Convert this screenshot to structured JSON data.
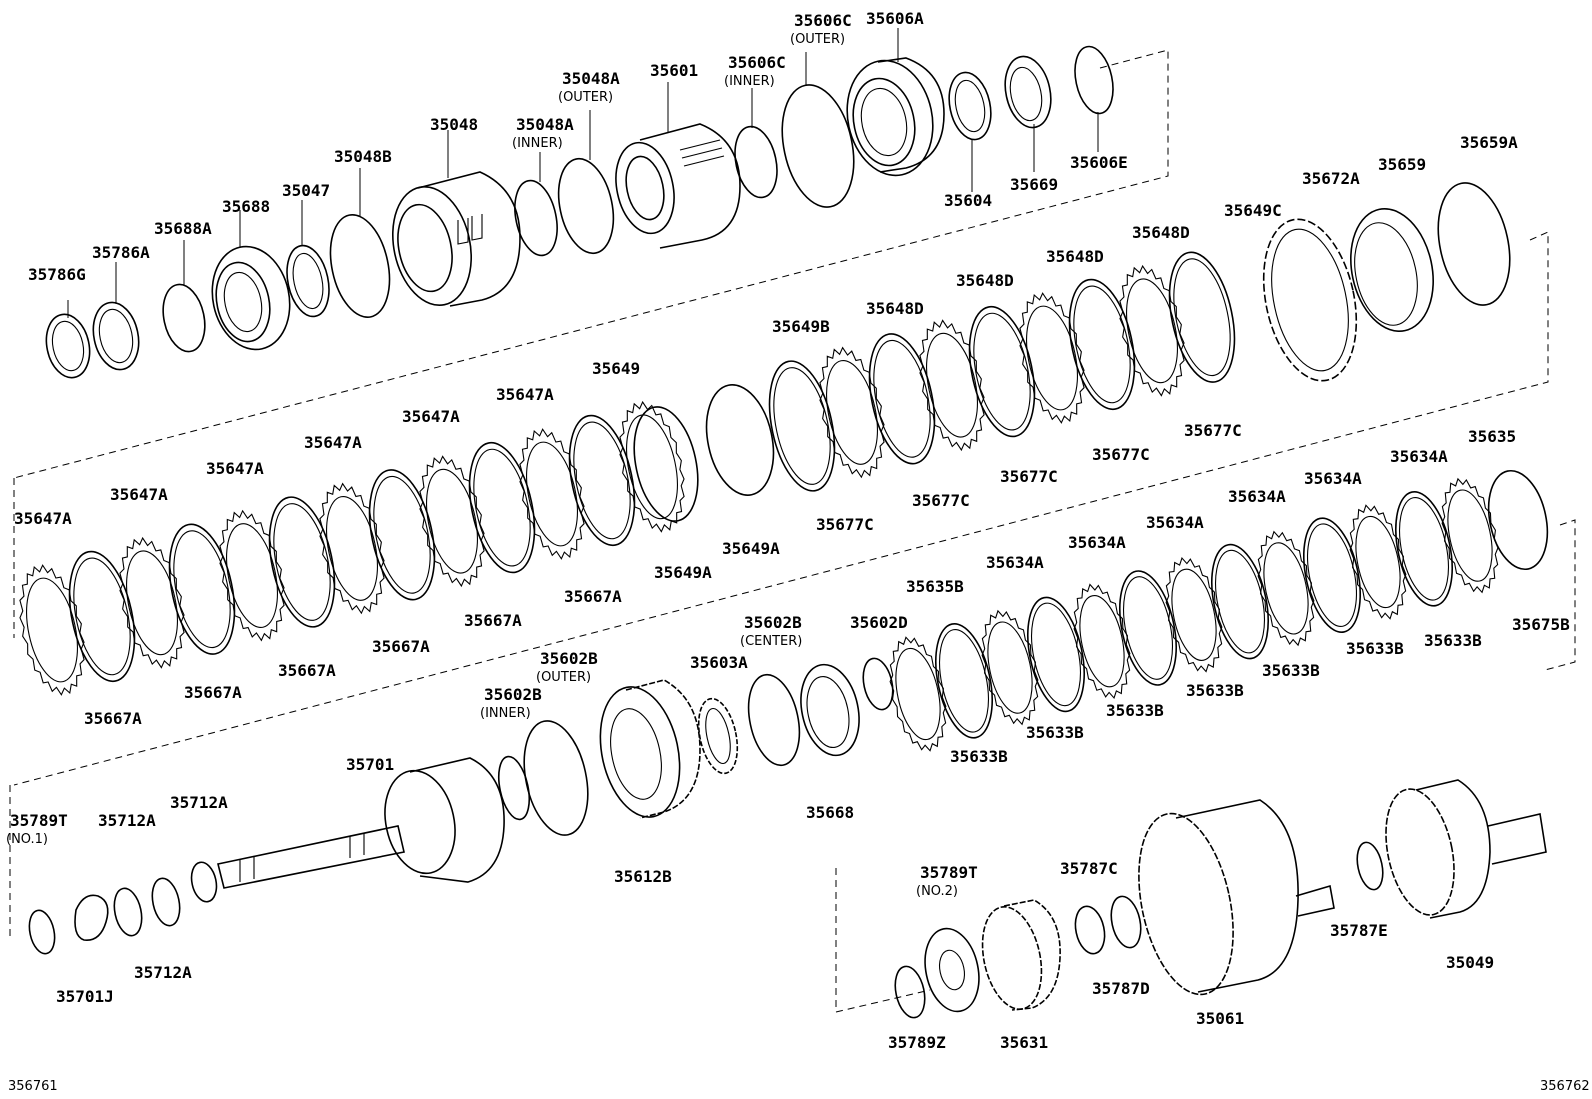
{
  "parts": [
    {
      "code": "35606A"
    },
    {
      "code": "35606C",
      "note": "(OUTER)"
    },
    {
      "code": "35606C",
      "note": "(INNER)"
    },
    {
      "code": "35601"
    },
    {
      "code": "35048A",
      "note": "(OUTER)"
    },
    {
      "code": "35048A",
      "note": "(INNER)"
    },
    {
      "code": "35048"
    },
    {
      "code": "35048B"
    },
    {
      "code": "35047"
    },
    {
      "code": "35688"
    },
    {
      "code": "35688A"
    },
    {
      "code": "35786A"
    },
    {
      "code": "35786G"
    },
    {
      "code": "35604"
    },
    {
      "code": "35669"
    },
    {
      "code": "35606E"
    },
    {
      "code": "35659A"
    },
    {
      "code": "35659"
    },
    {
      "code": "35672A"
    },
    {
      "code": "35649C"
    },
    {
      "code": "35648D"
    },
    {
      "code": "35648D"
    },
    {
      "code": "35648D"
    },
    {
      "code": "35648D"
    },
    {
      "code": "35649B"
    },
    {
      "code": "35649"
    },
    {
      "code": "35647A"
    },
    {
      "code": "35647A"
    },
    {
      "code": "35647A"
    },
    {
      "code": "35647A"
    },
    {
      "code": "35647A"
    },
    {
      "code": "35647A"
    },
    {
      "code": "35677C"
    },
    {
      "code": "35677C"
    },
    {
      "code": "35677C"
    },
    {
      "code": "35677C"
    },
    {
      "code": "35677C"
    },
    {
      "code": "35649A"
    },
    {
      "code": "35649A"
    },
    {
      "code": "35667A"
    },
    {
      "code": "35667A"
    },
    {
      "code": "35667A"
    },
    {
      "code": "35667A"
    },
    {
      "code": "35667A"
    },
    {
      "code": "35667A"
    },
    {
      "code": "35635"
    },
    {
      "code": "35634A"
    },
    {
      "code": "35634A"
    },
    {
      "code": "35634A"
    },
    {
      "code": "35634A"
    },
    {
      "code": "35634A"
    },
    {
      "code": "35634A"
    },
    {
      "code": "35675B"
    },
    {
      "code": "35633B"
    },
    {
      "code": "35633B"
    },
    {
      "code": "35633B"
    },
    {
      "code": "35633B"
    },
    {
      "code": "35633B"
    },
    {
      "code": "35633B"
    },
    {
      "code": "35633B"
    },
    {
      "code": "35635B"
    },
    {
      "code": "35602D"
    },
    {
      "code": "35602B",
      "note": "(CENTER)"
    },
    {
      "code": "35603A"
    },
    {
      "code": "35602B",
      "note": "(OUTER)"
    },
    {
      "code": "35602B",
      "note": "(INNER)"
    },
    {
      "code": "35668"
    },
    {
      "code": "35612B"
    },
    {
      "code": "35701"
    },
    {
      "code": "35789T",
      "note": "(NO.1)"
    },
    {
      "code": "35712A"
    },
    {
      "code": "35712A"
    },
    {
      "code": "35712A"
    },
    {
      "code": "35701J"
    },
    {
      "code": "35789T",
      "note": "(NO.2)"
    },
    {
      "code": "35787C"
    },
    {
      "code": "35787D"
    },
    {
      "code": "35787E"
    },
    {
      "code": "35049"
    },
    {
      "code": "35061"
    },
    {
      "code": "35631"
    },
    {
      "code": "35789Z"
    }
  ],
  "figure_codes": [
    "356761",
    "356762"
  ]
}
